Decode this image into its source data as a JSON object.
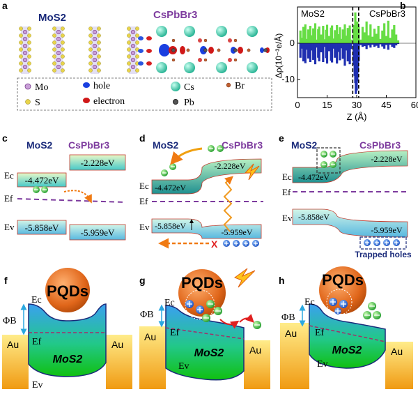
{
  "panel_labels": [
    "a",
    "b",
    "c",
    "d",
    "e",
    "f",
    "g",
    "h"
  ],
  "colors": {
    "ec_box_top": "#dff7d0",
    "ec_box_bot": "#3fc6c6",
    "ev_box_top": "#c2f0e6",
    "ev_box_bot": "#58b8df",
    "fermi_dash": "#7d3b9e",
    "cspb_text": "#7d3b9e",
    "bar_green": "#66dd44",
    "bar_blue": "#1f2fb0",
    "hole_blue": "#2b6fd6",
    "electron_green": "#33aa33",
    "pqd_orange": "#e0691a",
    "gold_top": "#ffe27a",
    "gold_bot": "#f2a51c",
    "mos2_green": "#17c617",
    "mos2_blue": "#3fa9f5"
  },
  "panel_a": {
    "mos2": "MoS2",
    "cspbbr3": "CsPbBr3",
    "legend": {
      "mo": "Mo",
      "s": "S",
      "hole": "hole",
      "electron": "electron",
      "cs": "Cs",
      "pb": "Pb",
      "br": "Br"
    }
  },
  "panel_b": {
    "left_label": "MoS2",
    "right_label": "CsPbBr3"
  },
  "chart_data": {
    "type": "bar",
    "xlabel": "Z (Å)",
    "ylabel": "Δρ(10⁻³e/Å)",
    "xlim": [
      0,
      60
    ],
    "ylim": [
      -15,
      10
    ],
    "xticks": [
      0,
      15,
      30,
      45,
      60
    ],
    "yticks": [
      -10,
      0
    ],
    "dashed_lines_x": [
      28,
      31
    ],
    "series": [
      {
        "x": [
          1.5,
          2.5,
          3,
          4,
          5,
          5.5,
          6.5,
          7,
          8,
          9,
          9.5,
          10.5,
          11,
          12,
          13,
          13.5,
          14.5,
          15,
          16,
          17,
          17.5,
          18.5,
          19,
          20,
          21,
          21.5,
          22.5,
          23,
          24,
          25,
          25.5,
          26.5,
          27
        ],
        "values": [
          3.5,
          1.5,
          4.5,
          5.2,
          1.2,
          3.8,
          4.8,
          2.2,
          4.1,
          5.5,
          1.0,
          3.9,
          4.6,
          2.4,
          4.8,
          1.1,
          3.7,
          5.1,
          2.0,
          4.3,
          4.9,
          1.3,
          3.6,
          5.0,
          2.5,
          4.4,
          1.2,
          3.8,
          5.2,
          2.1,
          4.2,
          4.9,
          1.0
        ]
      },
      {
        "x": [
          1.5,
          2.5,
          3,
          4,
          5,
          5.5,
          6.5,
          7,
          8,
          9,
          9.5,
          10.5,
          11,
          12,
          13,
          13.5,
          14.5,
          15,
          16,
          17,
          17.5,
          18.5,
          19,
          20,
          21,
          21.5,
          22.5,
          23,
          24,
          25,
          25.5,
          26.5,
          27
        ],
        "values": [
          -4.0,
          -1.5,
          -5.0,
          -5.5,
          -1.8,
          -4.2,
          -5.2,
          -2.0,
          -4.6,
          -5.8,
          -1.2,
          -4.0,
          -5.0,
          -2.5,
          -5.2,
          -1.0,
          -4.1,
          -5.6,
          -2.2,
          -4.8,
          -5.3,
          -1.5,
          -4.0,
          -5.6,
          -2.4,
          -4.7,
          -1.4,
          -4.3,
          -6.2,
          -2.0,
          -5.0,
          -5.8,
          -1.6
        ]
      },
      {
        "x": [
          28.5,
          29,
          29.3,
          29.6,
          30,
          30.3,
          30.6,
          31
        ],
        "values": [
          5.0,
          3.0,
          8.5,
          4.0,
          2.0,
          6.0,
          1.5,
          4.5
        ]
      },
      {
        "x": [
          28.5,
          29,
          29.3,
          29.6,
          30,
          30.3,
          30.6,
          31
        ],
        "values": [
          -6.0,
          -9.0,
          -11.0,
          -14.0,
          -13.0,
          -10.5,
          -8.0,
          -5.0
        ]
      },
      {
        "x": [
          32,
          33,
          34,
          35,
          36,
          37,
          38,
          39,
          40,
          41,
          42,
          43,
          44,
          45,
          46,
          47,
          48,
          49,
          50,
          51
        ],
        "values": [
          1.0,
          4.5,
          3.0,
          6.0,
          2.2,
          5.2,
          1.8,
          4.0,
          2.6,
          4.8,
          1.2,
          3.5,
          5.5,
          2.0,
          6.2,
          1.5,
          3.8,
          5.0,
          2.4,
          0.8
        ]
      },
      {
        "x": [
          32,
          33,
          34,
          35,
          36,
          37,
          38,
          39,
          40,
          41,
          42,
          43,
          44,
          45,
          46,
          47,
          48,
          49,
          50,
          51
        ],
        "values": [
          -0.5,
          -1.0,
          -0.8,
          -1.6,
          -0.6,
          -1.2,
          -0.4,
          -1.0,
          -0.7,
          -1.3,
          -0.3,
          -0.9,
          -1.5,
          -0.5,
          -1.8,
          -0.4,
          -1.0,
          -1.3,
          -0.6,
          -0.2
        ]
      }
    ]
  },
  "panel_c": {
    "mos2": "MoS2",
    "cspbbr3": "CsPbBr3",
    "ec": "Ec",
    "ef": "Ef",
    "ev": "Ev",
    "mos2_ec": "-4.472eV",
    "mos2_ev": "-5.858eV",
    "cspb_ec": "-2.228eV",
    "cspb_ev": "-5.959eV"
  },
  "panel_d": {
    "mos2": "MoS2",
    "cspbbr3": "CsPbBr3",
    "ec": "Ec",
    "ef": "Ef",
    "ev": "Ev",
    "mos2_ec": "-4.472eV",
    "mos2_ev": "-5.858eV",
    "cspb_ec": "-2.228eV",
    "cspb_ev": "-5.959eV",
    "minus": "−",
    "plus": "+",
    "block": "X"
  },
  "panel_e": {
    "mos2": "MoS2",
    "cspbbr3": "CsPbBr3",
    "ec": "Ec",
    "ef": "Ef",
    "ev": "Ev",
    "mos2_ec": "-4.472eV",
    "mos2_ev": "-5.858eV",
    "cspb_ec": "-2.228eV",
    "cspb_ev": "-5.959eV",
    "trapped": "Trapped holes",
    "minus": "−",
    "plus": "+"
  },
  "panel_f": {
    "pqds": "PQDs",
    "ec": "Ec",
    "ef": "Ef",
    "ev": "Ev",
    "phi": "ΦB",
    "mos2": "MoS2",
    "au": "Au"
  },
  "panel_g": {
    "pqds": "PQDs",
    "ec": "Ec",
    "ef": "Ef",
    "ev": "Ev",
    "phi": "ΦB",
    "mos2": "MoS2",
    "au": "Au",
    "minus": "−",
    "plus": "+"
  },
  "panel_h": {
    "pqds": "PQDs",
    "ec": "Ec",
    "ef": "Ef",
    "ev": "Ev",
    "phi": "ΦB",
    "mos2": "MoS2",
    "au": "Au",
    "minus": "−",
    "plus": "+"
  }
}
